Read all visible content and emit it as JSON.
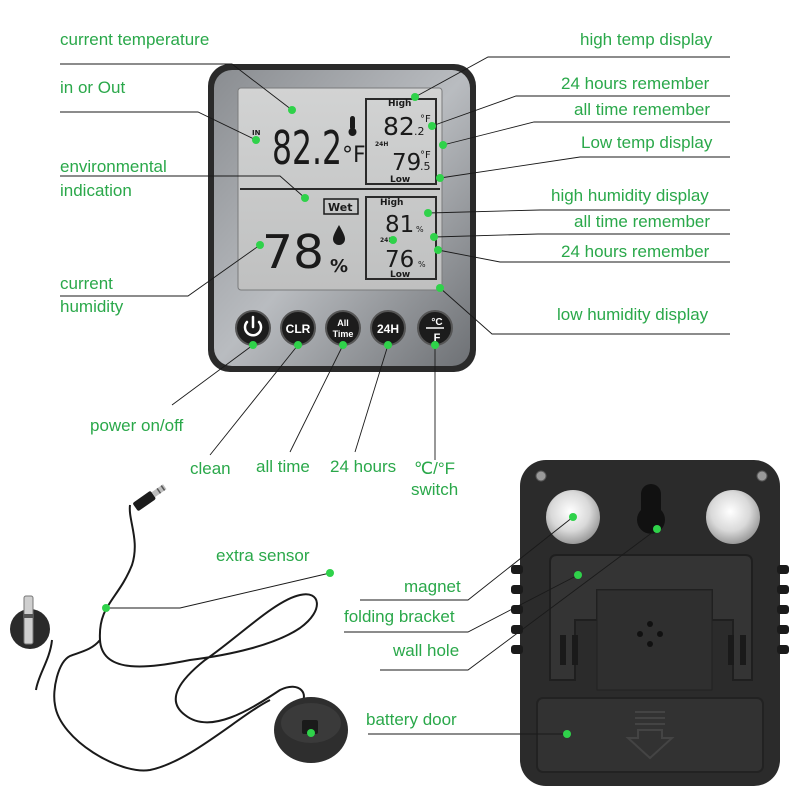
{
  "labels": {
    "current_temperature": "current temperature",
    "in_or_out": "in or Out",
    "environmental_1": "environmental",
    "environmental_2": "indication",
    "current_humidity_1": "current",
    "current_humidity_2": "humidity",
    "power": "power on/off",
    "clean": "clean",
    "all_time": "all time",
    "hours24": "24 hours",
    "switch_1": "℃/°F",
    "switch_2": "switch",
    "high_temp_display": "high temp display",
    "hours24_remember_top": "24 hours remember",
    "all_time_remember_top": "all time remember",
    "low_temp_display": "Low temp display",
    "high_humidity_display": "high humidity display",
    "all_time_remember_bottom": "all time remember",
    "hours24_remember_bottom": "24 hours remember",
    "low_humidity_display": "low humidity display",
    "extra_sensor": "extra sensor",
    "magnet": "magnet",
    "folding_bracket": "folding bracket",
    "wall_hole": "wall hole",
    "battery_door": "battery door"
  },
  "lcd": {
    "in_indicator": "IN",
    "current_temp": "82.2",
    "current_temp_unit": "°F",
    "high_label": "High",
    "high_temp": "82",
    "high_temp_decimal": ".2",
    "high_temp_unit": "°F",
    "h24_label": "24H",
    "low_temp": "79",
    "low_temp_decimal": ".5",
    "low_temp_unit": "°F",
    "low_label": "Low",
    "wet_label": "Wet",
    "humidity": "78",
    "humidity_unit": "%",
    "hum_high_label": "High",
    "hum_high": "81",
    "hum_unit_small": "%",
    "hum_24h_label": "24H",
    "hum_low": "76",
    "hum_low_unit": "%",
    "hum_low_label": "Low"
  },
  "buttons": {
    "clr": "CLR",
    "all_1": "All",
    "all_2": "Time",
    "h24": "24H",
    "unit_c": "°C",
    "unit_f": "F"
  },
  "colors": {
    "label_green": "#2aa84a",
    "dot_green": "#2fd24a",
    "lcd_bg": "#c7c8c8",
    "device_black": "#2b2b2b"
  },
  "icons": [
    "power-icon",
    "thermometer-icon",
    "droplet-icon",
    "speaker-holes-icon",
    "battery-arrow-icon"
  ]
}
